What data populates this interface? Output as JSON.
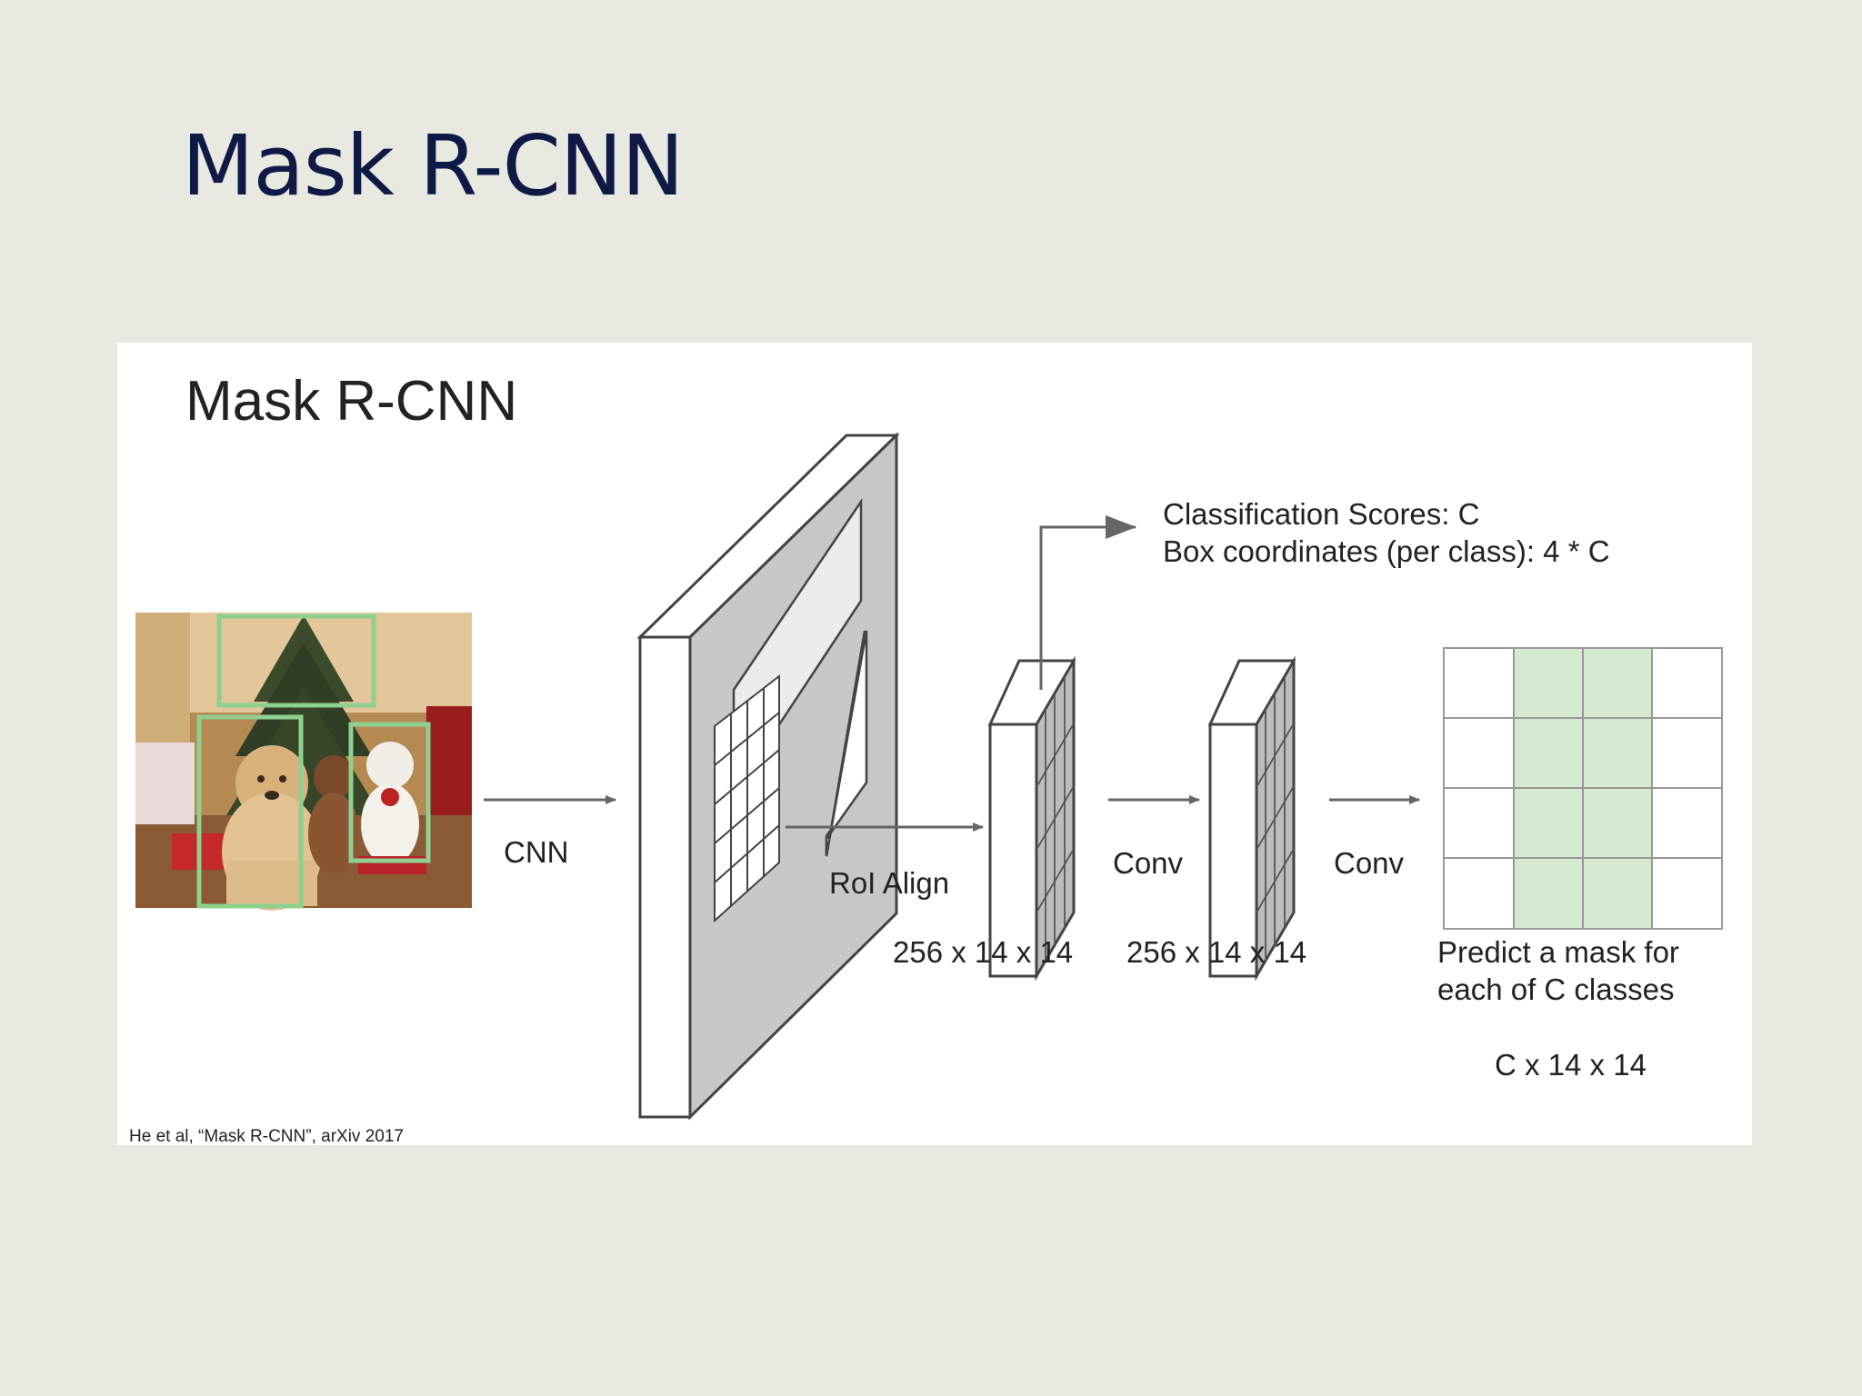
{
  "slide": {
    "title": "Mask R-CNN"
  },
  "figure": {
    "title": "Mask R-CNN",
    "citation": "He et al, “Mask R-CNN”, arXiv 2017",
    "labels": {
      "cnn": "CNN",
      "roi_align": "RoI Align",
      "conv1": "Conv",
      "conv2": "Conv",
      "dim1": "256 x 14 x 14",
      "dim2": "256 x 14 x 14",
      "class_scores": "Classification Scores: C",
      "box_coords": "Box coordinates (per class): 4 * C",
      "mask_line1": "Predict a mask for",
      "mask_line2": "each of C classes",
      "mask_dim": "C x 14 x 14"
    },
    "colors": {
      "background": "#e8e9e0",
      "title": "#0e1a45",
      "box_outline": "#8fd08f",
      "mask_highlight": "#d5ead1",
      "feature_map_face": "#c8c8c8"
    }
  }
}
